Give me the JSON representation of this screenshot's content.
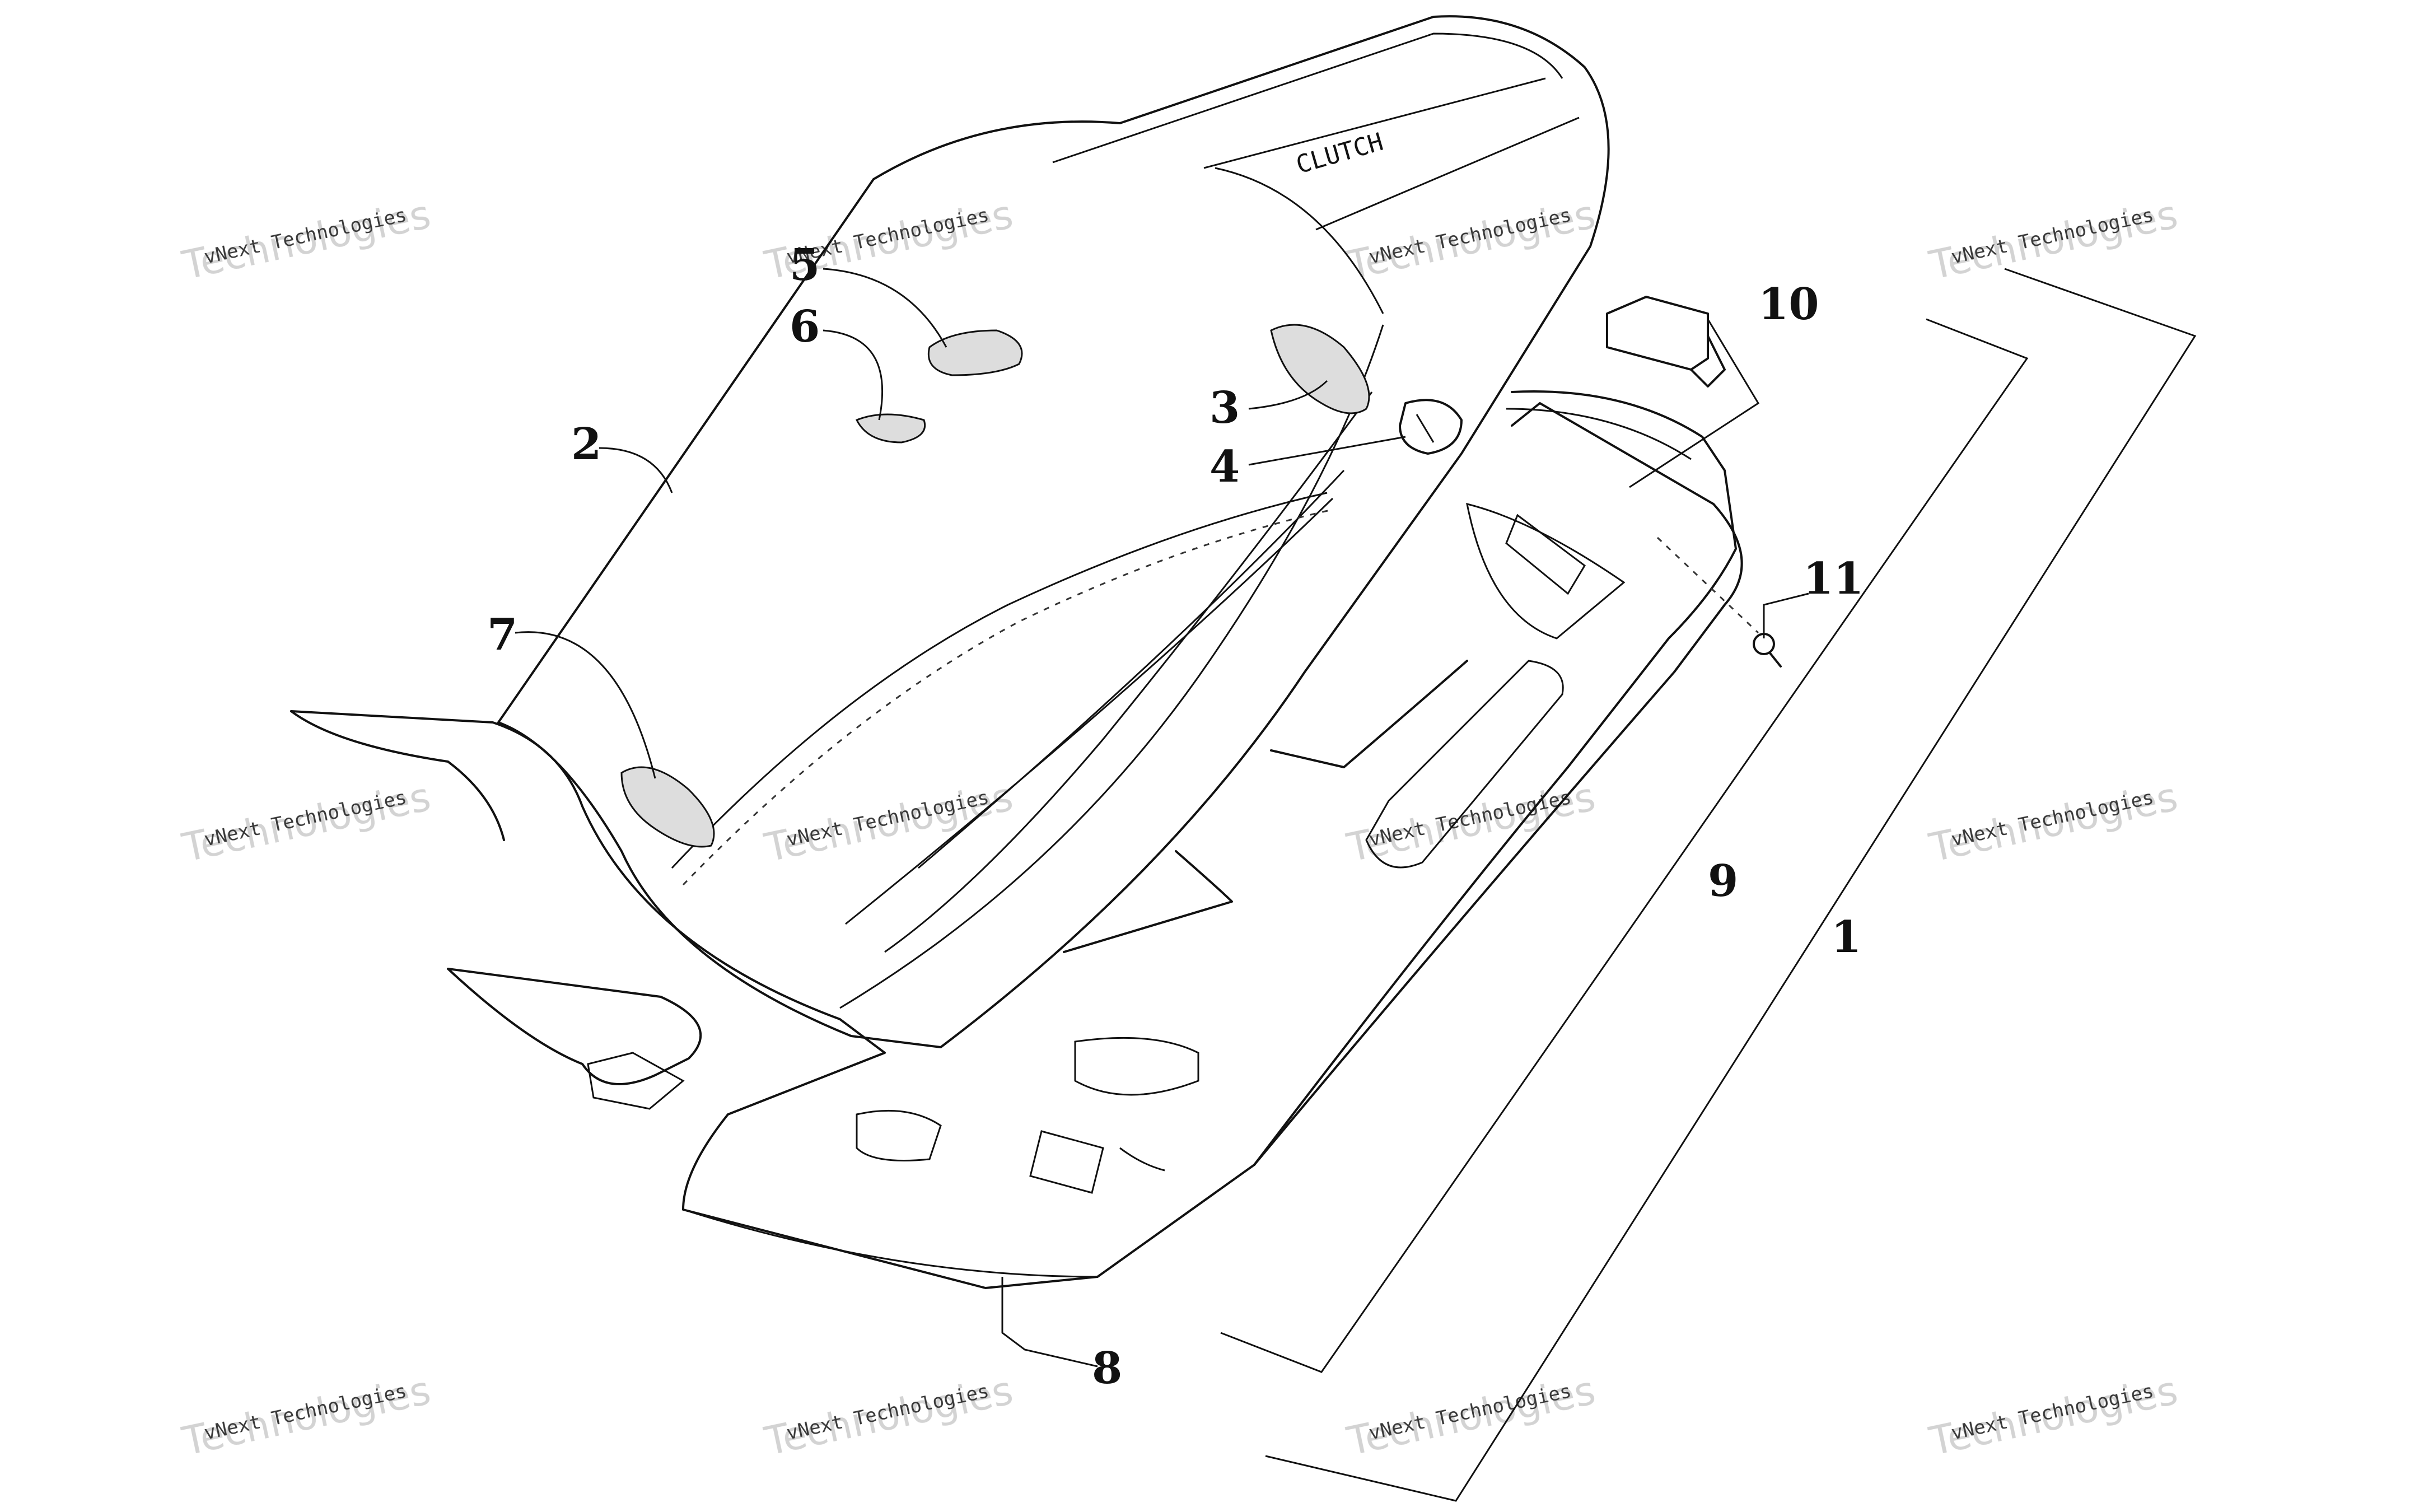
{
  "callouts": {
    "c1": "1",
    "c2": "2",
    "c3": "3",
    "c4": "4",
    "c5": "5",
    "c6": "6",
    "c7": "7",
    "c8": "8",
    "c9": "9",
    "c10": "10",
    "c11": "11"
  },
  "seat_print": "CLUTCH",
  "watermark": {
    "script": "vNext",
    "line1": "vNext Technologies",
    "line2": "Technologies"
  }
}
